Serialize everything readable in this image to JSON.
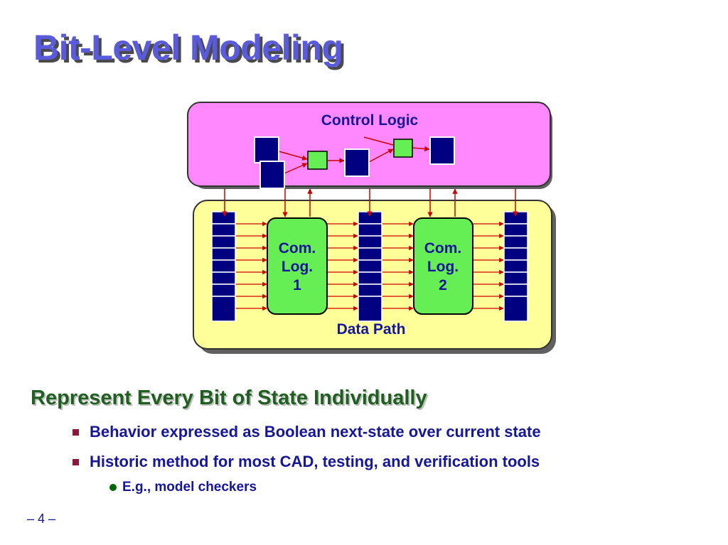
{
  "slide": {
    "title": "Bit-Level Modeling",
    "page_number": "– 4 –"
  },
  "diagram": {
    "control_logic_label": "Control Logic",
    "data_path_label": "Data Path",
    "comb_logic_blocks": [
      {
        "line1": "Com.",
        "line2": "Log.",
        "line3": "1"
      },
      {
        "line1": "Com.",
        "line2": "Log.",
        "line3": "2"
      }
    ],
    "colors": {
      "control_fill": "#ff88ff",
      "datapath_fill": "#ffff99",
      "register_fill": "#000080",
      "logic_fill": "#66ee55",
      "wire": "#cc0000"
    }
  },
  "section": {
    "heading": "Represent Every Bit of State Individually",
    "bullets": [
      "Behavior expressed as Boolean next-state over current state",
      "Historic method for most CAD, testing, and verification tools"
    ],
    "sub_bullets": [
      "E.g., model checkers"
    ]
  }
}
